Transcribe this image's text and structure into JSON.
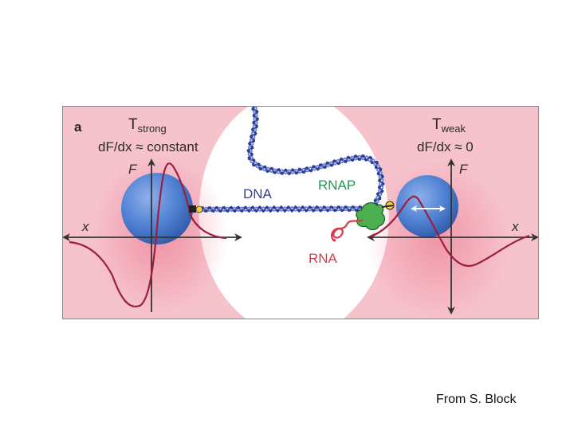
{
  "panel": {
    "letter": "a",
    "left_trap": {
      "name": "T",
      "subscript": "strong",
      "gradient": "dF/dx ≈ constant",
      "x_axis": "x",
      "y_axis": "F"
    },
    "right_trap": {
      "name": "T",
      "subscript": "weak",
      "gradient": "dF/dx ≈ 0",
      "x_axis": "x",
      "y_axis": "F"
    },
    "labels": {
      "dna": "DNA",
      "rnap": "RNAP",
      "rna": "RNA"
    }
  },
  "credit": "From S. Block",
  "colors": {
    "trap_pink": "#f07d92",
    "bead_blue": "#4f7fd4",
    "dna_navy": "#2c3e94",
    "force_curve": "#9a1f3f",
    "rnap_green": "#2ea043",
    "rna_red": "#d83a4c"
  }
}
